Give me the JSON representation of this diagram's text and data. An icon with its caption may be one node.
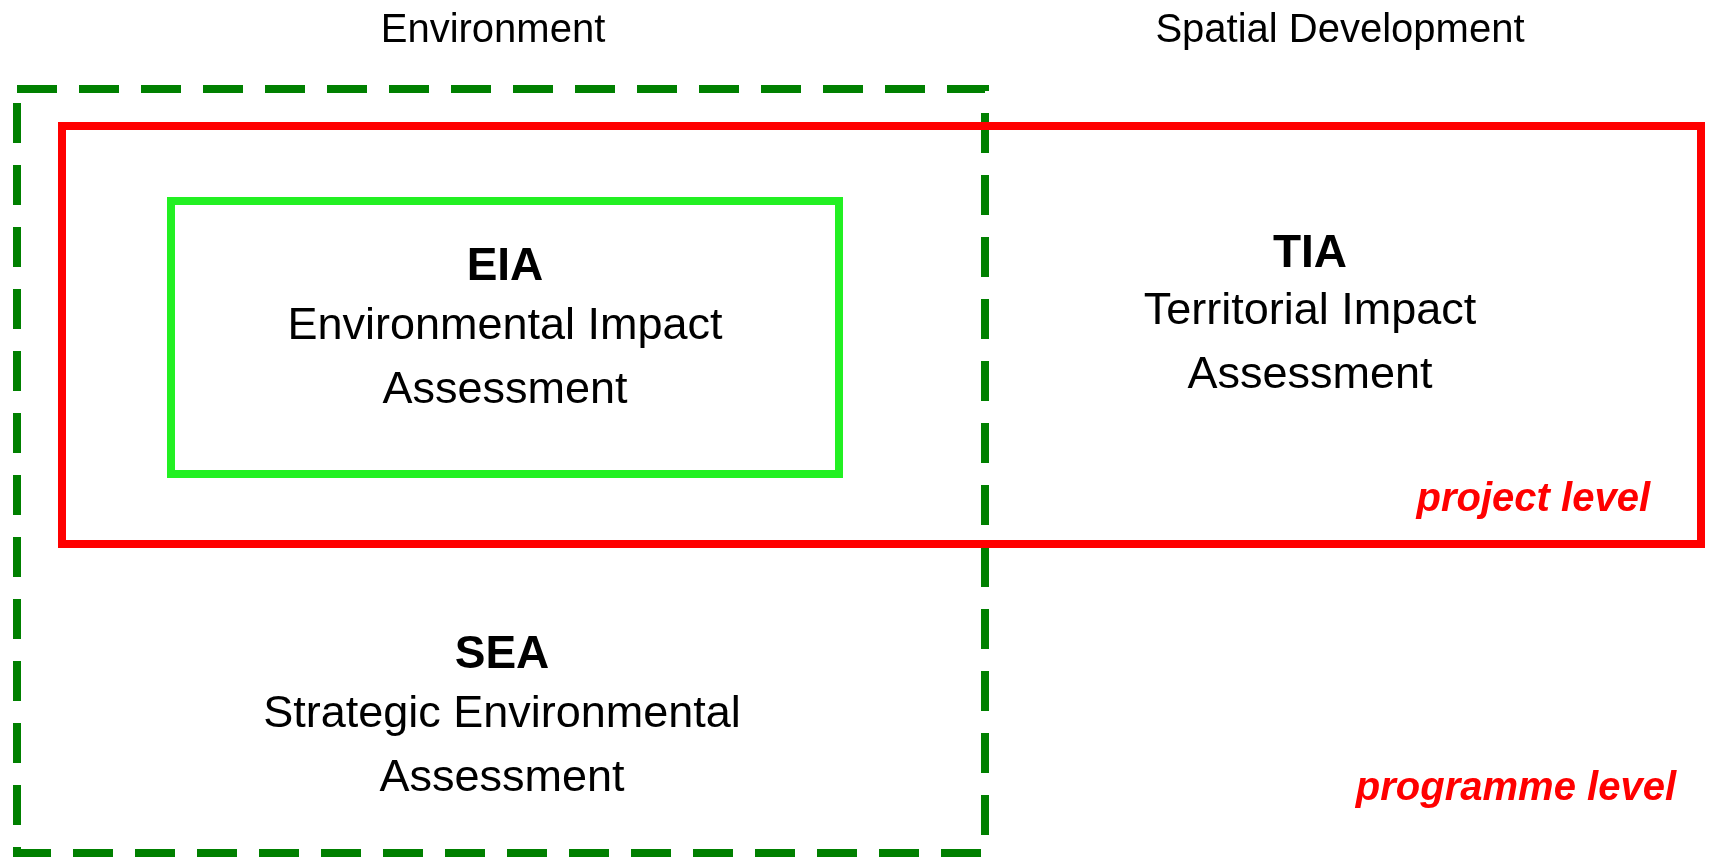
{
  "diagram": {
    "nodes": [
      {
        "text": [
          "Environment",
          "SEA",
          "Strategic Environmental Assessment"
        ]
      },
      {
        "text": [
          "TIA",
          "Territorial Impact Assessment",
          "project level"
        ]
      },
      {
        "text": [
          "EIA",
          "Environmental Impact Assessment"
        ]
      }
    ],
    "labels": [
      "Spatial Development",
      "programme level"
    ]
  }
}
